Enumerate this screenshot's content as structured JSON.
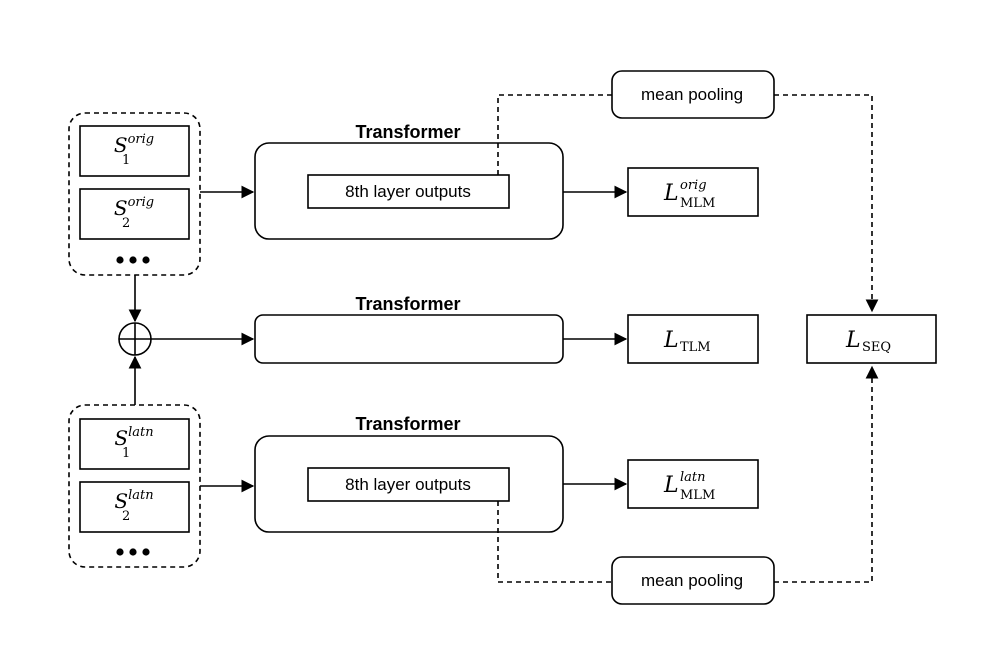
{
  "transformers": [
    {
      "title": "Transformer",
      "inner_label": "8th layer outputs"
    },
    {
      "title": "Transformer",
      "inner_label": ""
    },
    {
      "title": "Transformer",
      "inner_label": "8th layer outputs"
    }
  ],
  "pooling": {
    "top": "mean pooling",
    "bottom": "mean pooling"
  },
  "inputs": {
    "orig": [
      {
        "base": "S",
        "sub": "1",
        "sup": "orig"
      },
      {
        "base": "S",
        "sub": "2",
        "sup": "orig"
      }
    ],
    "latn": [
      {
        "base": "S",
        "sub": "1",
        "sup": "latn"
      },
      {
        "base": "S",
        "sub": "2",
        "sup": "latn"
      }
    ]
  },
  "losses": {
    "mlm_orig": {
      "base": "L",
      "sub": "MLM",
      "sup": "orig"
    },
    "tlm": {
      "base": "L",
      "sub": "TLM",
      "sup": ""
    },
    "mlm_latn": {
      "base": "L",
      "sub": "MLM",
      "sup": "latn"
    },
    "seq": {
      "base": "L",
      "sub": "SEQ",
      "sup": ""
    }
  },
  "concat_symbol": "⊕"
}
